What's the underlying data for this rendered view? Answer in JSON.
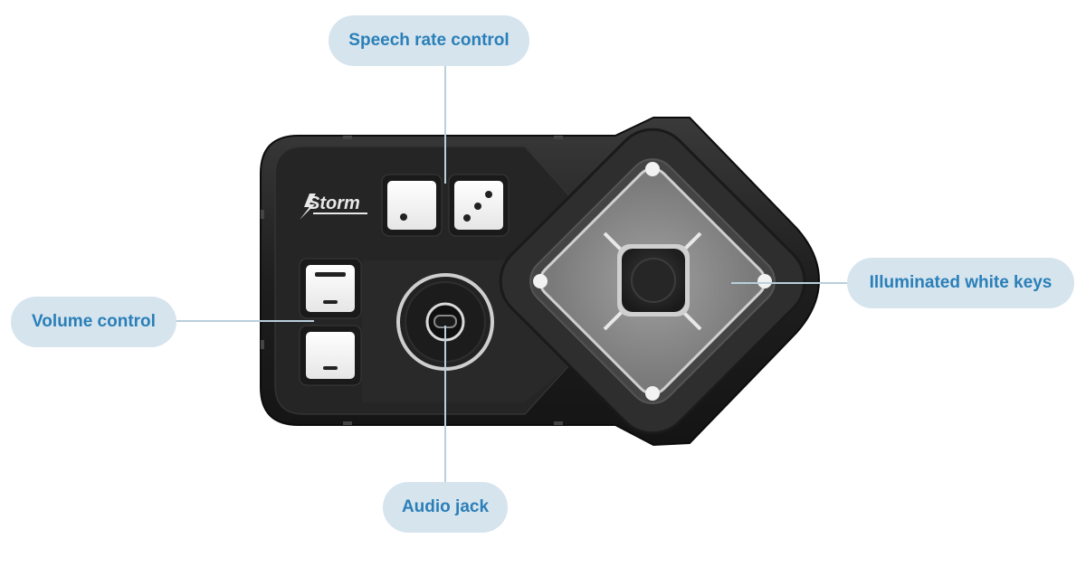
{
  "callouts": {
    "speech_rate": "Speech rate control",
    "volume": "Volume control",
    "audio_jack": "Audio jack",
    "illuminated_keys": "Illuminated white keys"
  },
  "device": {
    "brand": "Storm"
  },
  "colors": {
    "callout_bg": "#d6e4ee",
    "callout_text": "#2a7fb8",
    "leader_line": "#b9cfdd",
    "device_body": "#202020",
    "device_face": "#2a2a2a",
    "key_white": "#f4f4f4",
    "dpad_grey": "#8c8c8c"
  }
}
